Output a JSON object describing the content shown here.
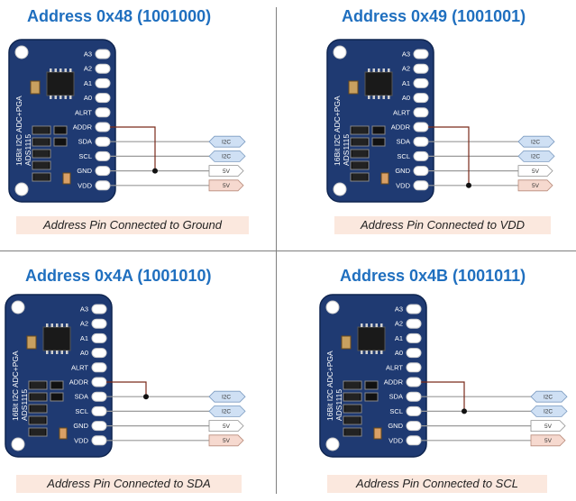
{
  "board": {
    "pins": [
      "A3",
      "A2",
      "A1",
      "A0",
      "ALRT",
      "ADDR",
      "SDA",
      "SCL",
      "GND",
      "VDD"
    ],
    "label_lines": [
      "16Bit I2C ADC+PGA",
      "ADS1115"
    ]
  },
  "tags": {
    "sda": "I2C",
    "scl": "I2C",
    "gnd": "5V",
    "vdd": "5V"
  },
  "colors": {
    "title": "#1f6fbf",
    "board": "#1f3a72",
    "caption_bg": "#fbe8de",
    "addr_wire": "#7a2a1a"
  },
  "quadrants": [
    {
      "title": "Address 0x48 (1001000)",
      "caption": "Address Pin Connected to Ground",
      "addr_to": "GND"
    },
    {
      "title": "Address 0x49 (1001001)",
      "caption": "Address Pin Connected to VDD",
      "addr_to": "VDD"
    },
    {
      "title": "Address 0x4A (1001010)",
      "caption": "Address Pin Connected to SDA",
      "addr_to": "SDA"
    },
    {
      "title": "Address 0x4B (1001011)",
      "caption": "Address Pin Connected to SCL",
      "addr_to": "SCL"
    }
  ]
}
